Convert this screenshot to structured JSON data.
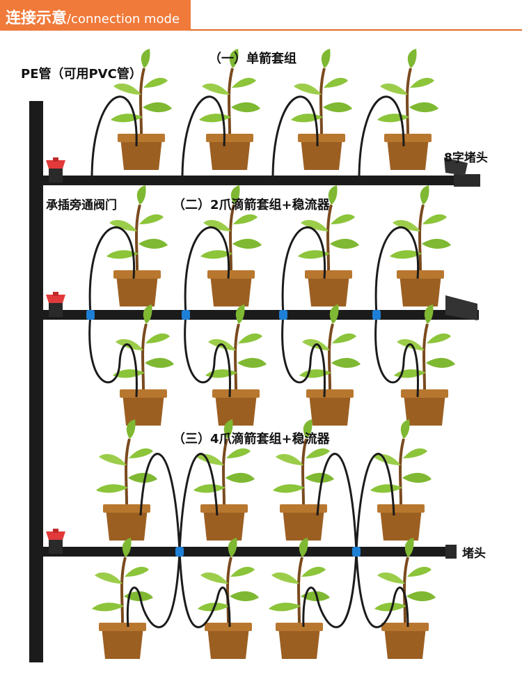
{
  "header": {
    "title_cn": "连接示意",
    "title_en": "/connection mode"
  },
  "labels": {
    "pe_pipe": "PE管（可用PVC管）",
    "section1": "（一）单箭套组",
    "valve": "承插旁通阀门",
    "section2": "（二）2爪滴箭套组+稳流器",
    "section3": "（三）4爪滴箭套组+稳流器",
    "end_cap_8": "8字堵头",
    "end_cap": "堵头"
  },
  "colors": {
    "accent": "#f07a3a",
    "pipe": "#1b1b1b",
    "valve_red": "#e23a3a",
    "connector_blue": "#1e7fd6",
    "pot": "#a86b2a",
    "leaf": "#8cc43a"
  }
}
